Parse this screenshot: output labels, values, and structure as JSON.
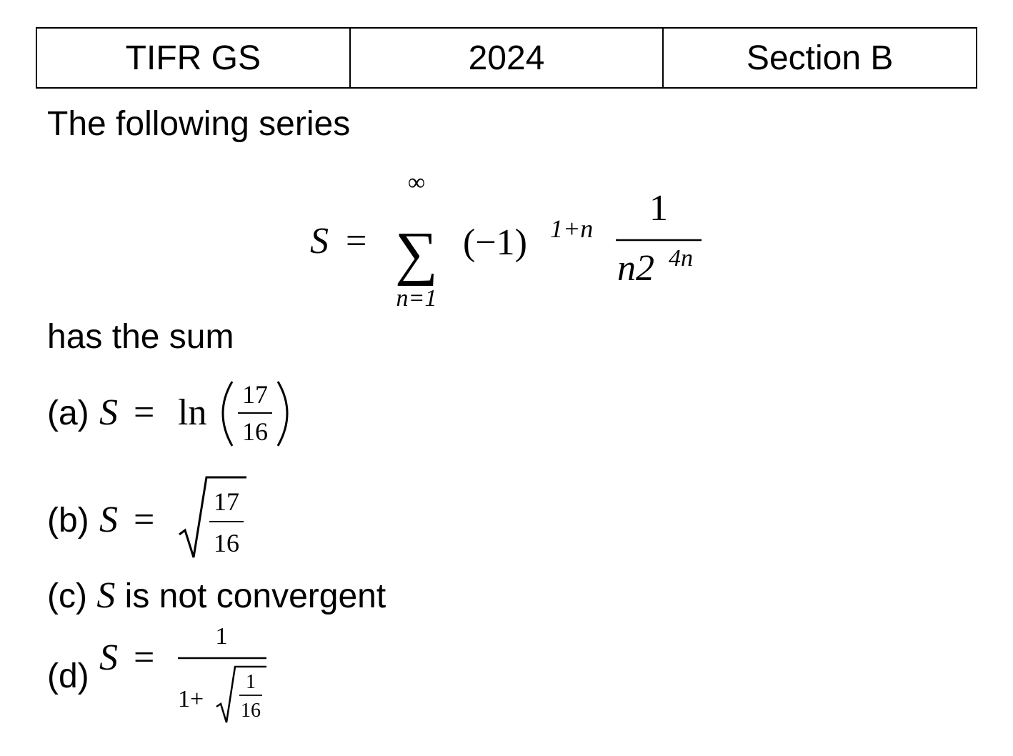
{
  "header": {
    "cells": [
      "TIFR GS",
      "2024",
      "Section B"
    ]
  },
  "question": {
    "intro": "The following series",
    "formula": {
      "lhs": "S",
      "equals": "=",
      "sum_symbol": "∑",
      "upper_limit": "∞",
      "lower_limit": "n=1",
      "base": "(−1)",
      "exponent": "1+n",
      "numerator": "1",
      "denominator_base": "n2",
      "denominator_exponent": "4n"
    },
    "outro": "has the sum"
  },
  "options": {
    "a": {
      "label": "(a)",
      "var": "S",
      "eq": "=",
      "fn": "ln",
      "num": "17",
      "den": "16"
    },
    "b": {
      "label": "(b)",
      "var": "S",
      "eq": "=",
      "num": "17",
      "den": "16"
    },
    "c": {
      "label": "(c)",
      "var": "S",
      "text": "is not convergent"
    },
    "d": {
      "label": "(d)",
      "var": "S",
      "eq": "=",
      "num": "1",
      "den_prefix": "1+",
      "inner_num": "1",
      "inner_den": "16"
    }
  }
}
